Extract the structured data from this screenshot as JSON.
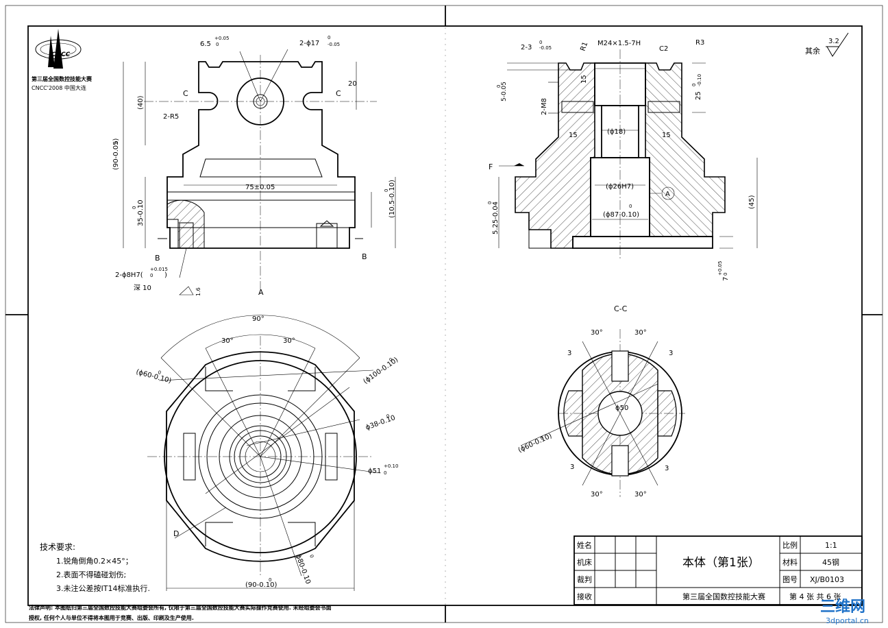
{
  "logo": {
    "text": "CNCC",
    "line1": "第三届全国数控技能大赛",
    "line2": "CNCC'2008 中国大连"
  },
  "roughness": {
    "label": "其余",
    "value": "3.2"
  },
  "front_view": {
    "dims": [
      "6.5",
      "+0.05",
      "0",
      "2-ϕ17",
      "0",
      "-0.05",
      "20",
      "(40)",
      "2-R5",
      "(90-0.05)",
      "0",
      "75±0.05",
      "(10.5-0.10)",
      "0",
      "35-0.10",
      "0",
      "2-ϕ8H7(",
      "+0.015",
      "0",
      ")",
      "深 10",
      "1.6"
    ],
    "section_marks": [
      "C",
      "C",
      "B",
      "B",
      "A"
    ]
  },
  "section_view": {
    "dims": [
      "2-3",
      "0",
      "-0.05",
      "R1",
      "M24×1.5-7H",
      "C2",
      "R3",
      "5-0.05",
      "0",
      "2-M8",
      "15",
      "25",
      "0",
      "-0.10",
      "15",
      "(ϕ18)",
      "15",
      "(ϕ26H7)",
      "(ϕ87-0.10)",
      "0",
      "(45)",
      "5.25-0.04",
      "0",
      "7",
      "+0.05",
      "0",
      "A"
    ],
    "marks": [
      "F"
    ]
  },
  "top_view": {
    "dims": [
      "90°",
      "30°",
      "30°",
      "(ϕ60-0.10)",
      "0",
      "(ϕ100-0.10)",
      "0",
      "ϕ38-0.10",
      "0",
      "ϕ51",
      "+0.10",
      "0",
      "ϕ80-0.10",
      "0",
      "(90-0.10)",
      "0"
    ],
    "marks": [
      "D"
    ]
  },
  "cc_view": {
    "title": "C-C",
    "dims": [
      "30°",
      "30°",
      "3",
      "3",
      "ϕ50",
      "(ϕ60-0.10)",
      "0",
      "3",
      "3",
      "30°",
      "30°"
    ]
  },
  "notes": {
    "title": "技术要求:",
    "items": [
      "1.锐角倒角0.2×45°；",
      "2.表面不得磕碰划伤;",
      "3.未注公差按IT14标准执行."
    ]
  },
  "title_block": {
    "row_labels": [
      "姓名",
      "机床",
      "裁判",
      "接收"
    ],
    "part_name": "本体（第1张）",
    "competition": "第三届全国数控技能大赛",
    "fields": [
      {
        "label": "比例",
        "value": "1:1"
      },
      {
        "label": "材料",
        "value": "45钢"
      },
      {
        "label": "图号",
        "value": "XJ/B0103"
      }
    ],
    "sheet": "第 4 张 共 6 张"
  },
  "statement": {
    "line1": "法律声明: 本图纸归第三届全国数控技能大赛组委会所有, 仅限于第三届全国数控技能大赛实际操作竞赛使用. 未经组委会书面",
    "line2": "授权, 任何个人与单位不得将本图用于竞赛、出版、印刷及生产使用."
  },
  "watermark": {
    "text": "三维网",
    "url": "3dportal.cn"
  }
}
